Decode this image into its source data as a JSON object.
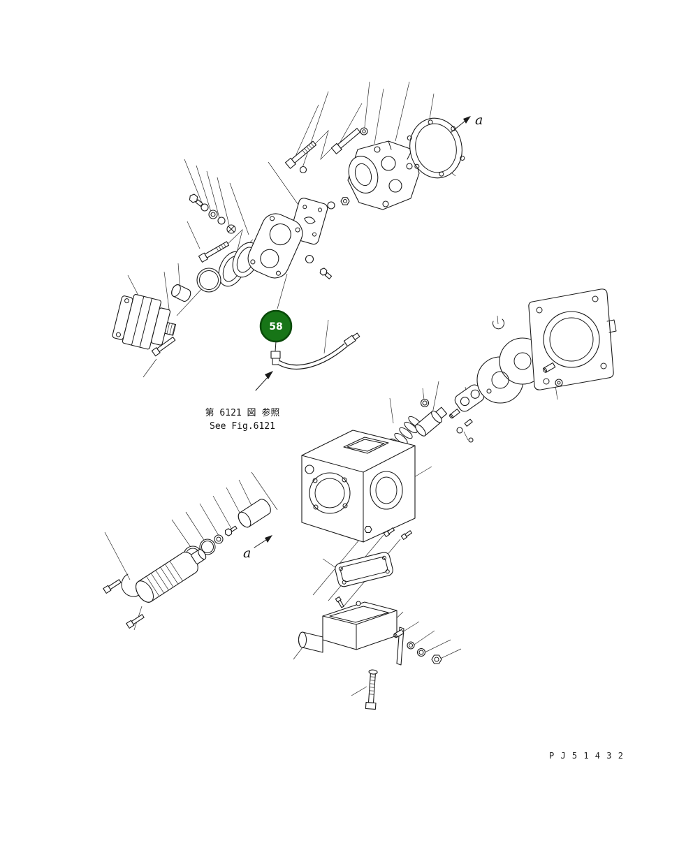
{
  "page": {
    "background": "#ffffff",
    "line_color": "#1a1a1a",
    "type_label": "exploded-parts-diagram"
  },
  "callout": {
    "number": "58",
    "fill": "#177517",
    "ring": "#0a4a0a",
    "text_color": "#ffffff"
  },
  "reference": {
    "line1": "第 6121 図 参照",
    "line2": "See Fig.6121"
  },
  "labels": {
    "a_top": "a",
    "a_mid": "a"
  },
  "part_code": "P J 5 1 4 3 2"
}
